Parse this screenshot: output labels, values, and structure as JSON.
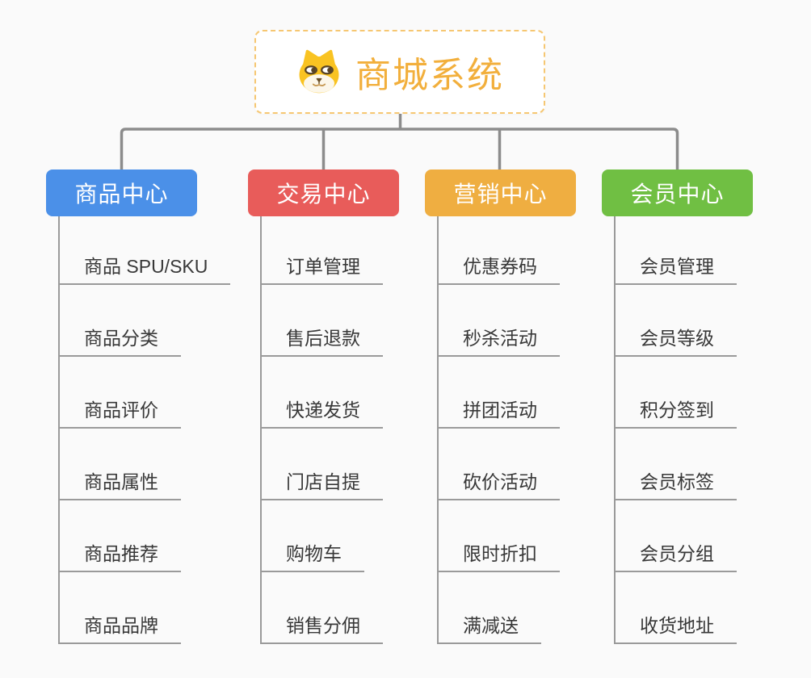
{
  "root": {
    "title": "商城系统",
    "icon": "shiba-dog-icon"
  },
  "colors": {
    "background": "#fafafa",
    "connector": "#8c8c8c",
    "branch_line": "#9a9a9a",
    "root_border": "#f6c772",
    "root_text": "#f2af3c",
    "item_text": "#383838",
    "product_center": "#4b90e8",
    "trade_center": "#e85c5a",
    "marketing_center": "#efae41",
    "member_center": "#70bf43"
  },
  "columns": [
    {
      "label": "商品中心",
      "color": "#4b90e8",
      "items": [
        "商品 SPU/SKU",
        "商品分类",
        "商品评价",
        "商品属性",
        "商品推荐",
        "商品品牌"
      ]
    },
    {
      "label": "交易中心",
      "color": "#e85c5a",
      "items": [
        "订单管理",
        "售后退款",
        "快递发货",
        "门店自提",
        "购物车",
        "销售分佣"
      ]
    },
    {
      "label": "营销中心",
      "color": "#efae41",
      "items": [
        "优惠券码",
        "秒杀活动",
        "拼团活动",
        "砍价活动",
        "限时折扣",
        "满减送"
      ]
    },
    {
      "label": "会员中心",
      "color": "#70bf43",
      "items": [
        "会员管理",
        "会员等级",
        "积分签到",
        "会员标签",
        "会员分组",
        "收货地址"
      ]
    }
  ]
}
